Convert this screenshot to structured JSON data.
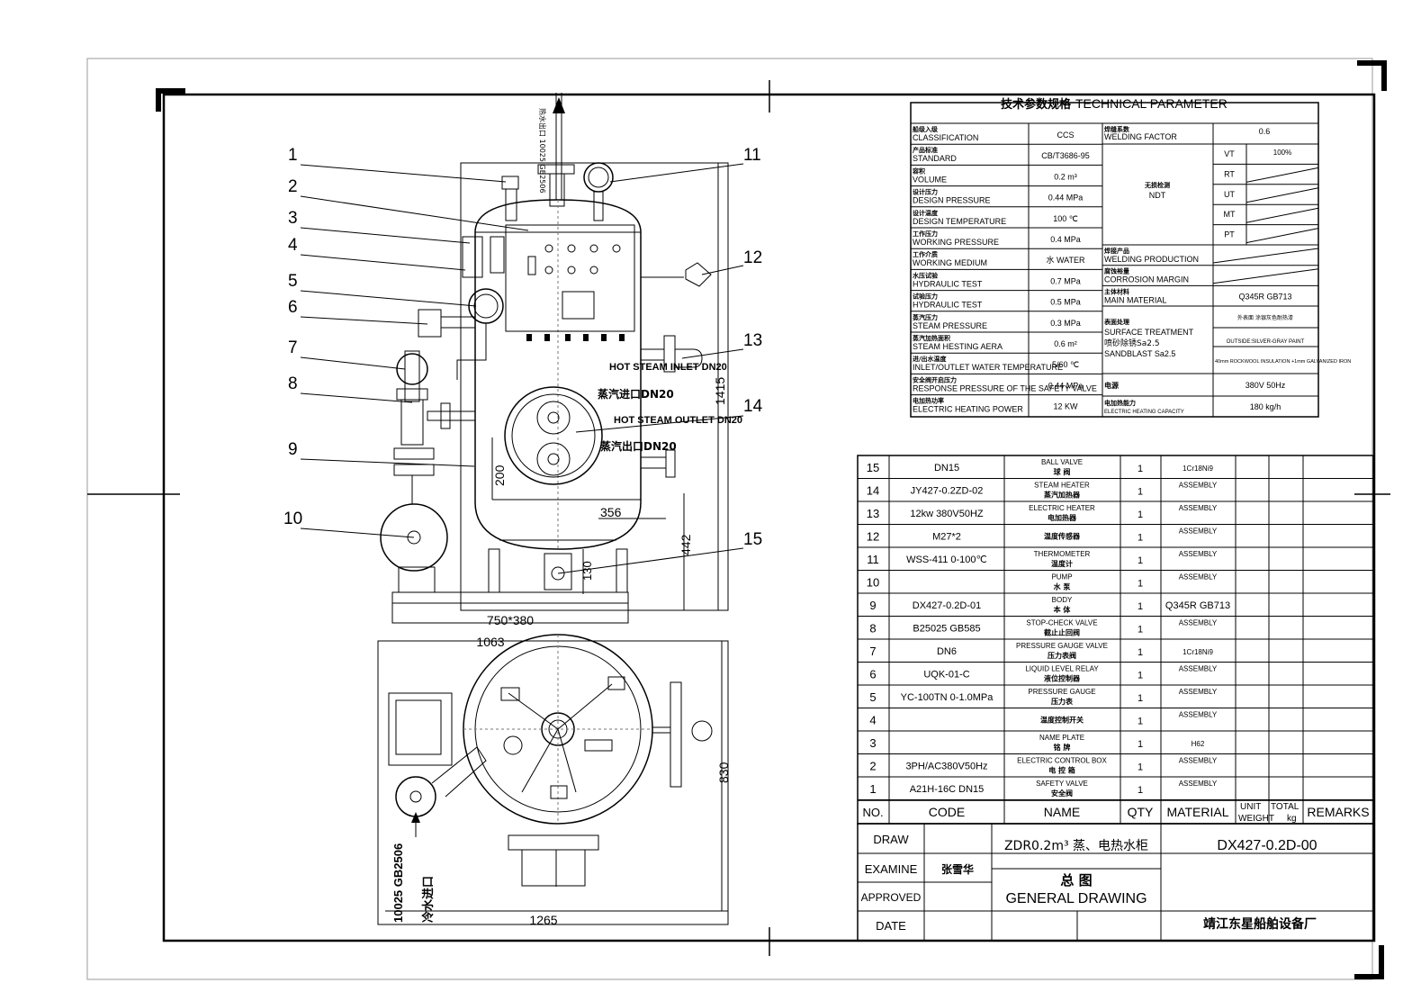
{
  "technical_parameter": {
    "title_cn": "技术参数规格",
    "title_en": "TECHNICAL PARAMETER",
    "left_rows": [
      {
        "cn": "船级入级",
        "en": "CLASSIFICATION",
        "value": "CCS"
      },
      {
        "cn": "产品标准",
        "en": "STANDARD",
        "value": "CB/T3686-95"
      },
      {
        "cn": "容积",
        "en": "VOLUME",
        "value": "0.2 m³"
      },
      {
        "cn": "设计压力",
        "en": "DESIGN PRESSURE",
        "value": "0.44 MPa"
      },
      {
        "cn": "设计温度",
        "en": "DESIGN TEMPERATURE",
        "value": "100 ℃"
      },
      {
        "cn": "工作压力",
        "en": "WORKING PRESSURE",
        "value": "0.4 MPa"
      },
      {
        "cn": "工作介质",
        "en": "WORKING MEDIUM",
        "value": "水 WATER"
      },
      {
        "cn": "水压试验",
        "en": "HYDRAULIC TEST",
        "value": "0.7 MPa"
      },
      {
        "cn": "试验压力",
        "en": "HYDRAULIC TEST",
        "value": "0.5 MPa"
      },
      {
        "cn": "蒸汽压力",
        "en": "STEAM PRESSURE",
        "value": "0.3 MPa"
      },
      {
        "cn": "蒸汽加热面积",
        "en": "STEAM HESTING AERA",
        "value": "0.6 m²"
      },
      {
        "cn": "进/出水温度",
        "en": "INLET/OUTLET WATER TEMPERATURE",
        "value": "5/60 ℃"
      },
      {
        "cn": "安全阀开启压力",
        "en": "RESPONSE PRESSURE OF THE SAFETY VALVE",
        "value": "0.44 MPa"
      },
      {
        "cn": "电加热功率",
        "en": "ELECTRIC HEATING POWER",
        "value": "12 KW"
      }
    ],
    "welding_factor_cn": "焊缝系数",
    "welding_factor_en": "WELDING FACTOR",
    "welding_factor_value": "0.6",
    "ndt_cn": "无损检测",
    "ndt_en": "NDT",
    "ndt_rows": [
      {
        "method": "VT",
        "value": "100%"
      },
      {
        "method": "RT",
        "value": ""
      },
      {
        "method": "UT",
        "value": ""
      },
      {
        "method": "MT",
        "value": ""
      },
      {
        "method": "PT",
        "value": ""
      }
    ],
    "right_rows": [
      {
        "cn": "焊接产品",
        "en": "WELDING PRODUCTION",
        "value": ""
      },
      {
        "cn": "腐蚀裕量",
        "en": "CORROSION MARGIN",
        "value": ""
      },
      {
        "cn": "主体材料",
        "en": "MAIN MATERIAL",
        "value": "Q345R GB713"
      }
    ],
    "surface_cn": "表面处理",
    "surface_en": "SURFACE TREATMENT",
    "sandblast_cn": "喷砂除锈Sa2.5",
    "sandblast_en": "SANDBLAST Sa2.5",
    "surface_value_cn": "外表面 涂银灰色耐热漆",
    "surface_value_en": "OUTSIDE:SILVER-GRAY PAINT",
    "insulation_value": "40mm ROCKWOOL INSULATION +1mm GALVANIZED IRON",
    "power_cn": "电源",
    "power_value": "380V 50Hz",
    "capacity_cn": "电加热能力",
    "capacity_en": "ELECTRIC HEATING CAPACITY",
    "capacity_value": "180 kg/h"
  },
  "bom": {
    "rows": [
      {
        "no": "15",
        "code": "DN15",
        "name_en": "BALL VALVE",
        "name_cn": "球 阀",
        "qty": "1",
        "material": "1Cr18Ni9"
      },
      {
        "no": "14",
        "code": "JY427-0.2ZD-02",
        "name_en": "STEAM HEATER",
        "name_cn": "蒸汽加热器",
        "qty": "1",
        "material": "ASSEMBLY"
      },
      {
        "no": "13",
        "code": "12kw 380V50HZ",
        "name_en": "ELECTRIC HEATER",
        "name_cn": "电加热器",
        "qty": "1",
        "material": "ASSEMBLY"
      },
      {
        "no": "12",
        "code": "M27*2",
        "name_en": "",
        "name_cn": "温度传感器",
        "qty": "1",
        "material": "ASSEMBLY"
      },
      {
        "no": "11",
        "code": "WSS-411 0-100℃",
        "name_en": "THERMOMETER",
        "name_cn": "温度计",
        "qty": "1",
        "material": "ASSEMBLY"
      },
      {
        "no": "10",
        "code": "",
        "name_en": "PUMP",
        "name_cn": "水 泵",
        "qty": "1",
        "material": "ASSEMBLY"
      },
      {
        "no": "9",
        "code": "DX427-0.2D-01",
        "name_en": "BODY",
        "name_cn": "本 体",
        "qty": "1",
        "material": "Q345R GB713"
      },
      {
        "no": "8",
        "code": "B25025 GB585",
        "name_en": "STOP-CHECK VALVE",
        "name_cn": "截止止回阀",
        "qty": "1",
        "material": "ASSEMBLY"
      },
      {
        "no": "7",
        "code": "DN6",
        "name_en": "PRESSURE GAUGE VALVE",
        "name_cn": "压力表阀",
        "qty": "1",
        "material": "1Cr18Ni9"
      },
      {
        "no": "6",
        "code": "UQK-01-C",
        "name_en": "LIQUID LEVEL RELAY",
        "name_cn": "液位控制器",
        "qty": "1",
        "material": "ASSEMBLY"
      },
      {
        "no": "5",
        "code": "YC-100TN 0-1.0MPa",
        "name_en": "PRESSURE GAUGE",
        "name_cn": "压力表",
        "qty": "1",
        "material": "ASSEMBLY"
      },
      {
        "no": "4",
        "code": "",
        "name_en": "",
        "name_cn": "温度控制开关",
        "qty": "1",
        "material": "ASSEMBLY"
      },
      {
        "no": "3",
        "code": "",
        "name_en": "NAME PLATE",
        "name_cn": "铭 牌",
        "qty": "1",
        "material": "H62"
      },
      {
        "no": "2",
        "code": "3PH/AC380V50Hz",
        "name_en": "ELECTRIC CONTROL BOX",
        "name_cn": "电 控 箱",
        "qty": "1",
        "material": "ASSEMBLY"
      },
      {
        "no": "1",
        "code": "A21H-16C DN15",
        "name_en": "SAFETY VALVE",
        "name_cn": "安全阀",
        "qty": "1",
        "material": "ASSEMBLY"
      }
    ],
    "header": {
      "no": "NO.",
      "code": "CODE",
      "name": "NAME",
      "qty": "QTY",
      "material": "MATERIAL",
      "unit_weight": "UNIT WEIGHT",
      "total_weight": "TOTAL kg",
      "remarks": "REMARKS"
    }
  },
  "title_block": {
    "draw": "DRAW",
    "examine": "EXAMINE",
    "examiner": "张雪华",
    "approved": "APPROVED",
    "date": "DATE",
    "product": "ZDR0.2m³ 蒸、电热水柜",
    "drawing_cn": "总 图",
    "drawing_en": "GENERAL DRAWING",
    "drawing_no": "DX427-0.2D-00",
    "company": "靖江东星船舶设备厂"
  },
  "drawing": {
    "callouts": [
      "1",
      "2",
      "3",
      "4",
      "5",
      "6",
      "7",
      "8",
      "9",
      "10",
      "11",
      "12",
      "13",
      "14",
      "15"
    ],
    "dims": {
      "height": "1415",
      "d200": "200",
      "d356": "356",
      "d442": "442",
      "d130": "130",
      "base": "750*380",
      "top_width": "1063",
      "side": "830",
      "bottom_width": "1265"
    },
    "labels": {
      "steam_inlet_en": "HOT STEAM INLET DN20",
      "steam_inlet_cn": "蒸汽进口DN20",
      "steam_outlet_en": "HOT STEAM OUTLET DN20",
      "steam_outlet_cn": "蒸汽出口DN20",
      "hot_water_out": "热水出口 10025 GB2506",
      "cold_water_in": "10025 GB2506",
      "cold_water_in_cn": "冷水进口"
    }
  }
}
